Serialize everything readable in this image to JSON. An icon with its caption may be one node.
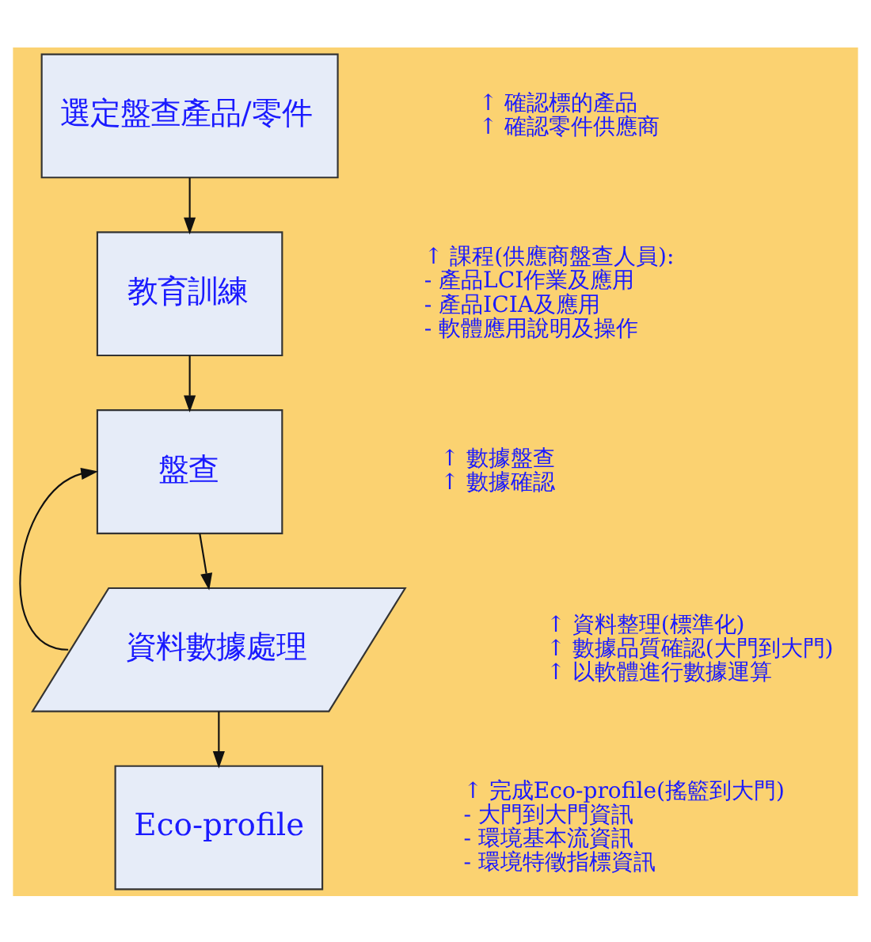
{
  "diagram": {
    "nodes": [
      {
        "text": [
          "選定盤查產品/零件"
        ],
        "beside": [
          "↑ 確認標的產品",
          "↑ 確認零件供應商"
        ]
      },
      {
        "text": [
          "教育訓練"
        ],
        "beside": [
          "↑ 課程(供應商盤查人員):",
          "- 產品LCI作業及應用",
          "- 產品ICIA及應用",
          "- 軟體應用說明及操作"
        ]
      },
      {
        "text": [
          "盤查"
        ],
        "beside": [
          "↑ 數據盤查",
          "↑ 數據確認"
        ]
      },
      {
        "text": [
          "資料數據處理"
        ],
        "beside": [
          "↑ 資料整理(標準化)",
          "↑ 數據品質確認(大門到大門)",
          "↑ 以軟體進行數據運算"
        ]
      },
      {
        "text": [
          "Eco-profile"
        ],
        "beside": [
          "↑ 完成Eco-profile(搖籃到大門)",
          "- 大門到大門資訊",
          "- 環境基本流資訊",
          "- 環境特徵指標資訊"
        ]
      }
    ],
    "edges": [
      {
        "from": 0,
        "to": 1,
        "arrow": "to"
      },
      {
        "from": 1,
        "to": 2,
        "arrow": "to"
      },
      {
        "from": 2,
        "to": 3,
        "arrow": "to"
      },
      {
        "from": 3,
        "to": 2,
        "arrow": "to"
      },
      {
        "from": 3,
        "to": 4,
        "arrow": "to"
      }
    ]
  }
}
